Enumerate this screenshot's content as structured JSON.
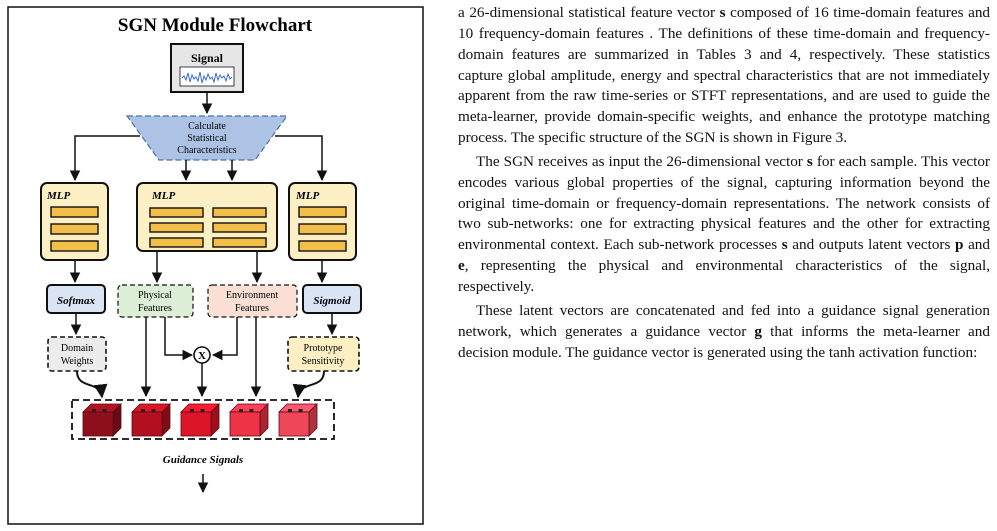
{
  "figure": {
    "title": "SGN Module Flowchart",
    "signal_label": "Signal",
    "calc_label_lines": [
      "Calculate",
      "Statistical",
      "Characteristics"
    ],
    "mlp_label": "MLP",
    "softmax_label": "Softmax",
    "sigmoid_label": "Sigmoid",
    "physical_lines": [
      "Physical",
      "Features"
    ],
    "environment_lines": [
      "Environment",
      "Features"
    ],
    "domain_lines": [
      "Domain",
      "Weights"
    ],
    "prototype_lines": [
      "Prototype",
      "Sensitivity"
    ],
    "multiply_symbol": "X",
    "guidance_label": "Guidance Signals",
    "cube_colors": [
      "#8e0f1c",
      "#b3101f",
      "#dc1528",
      "#ee3346",
      "#f0465a"
    ]
  },
  "body": {
    "para1": [
      {
        "t": "a 26-dimensional statistical feature vector "
      },
      {
        "t": "s",
        "b": true
      },
      {
        "t": " composed of 16 time-domain features and 10 frequency-domain features . The definitions of these time-domain and frequency-domain features are summarized in Tables 3 and 4, respectively. These statistics capture global amplitude, energy and spectral characteristics that are not immediately apparent from the raw time-series or STFT representations, and are used to guide the meta-learner, provide domain-specific weights, and enhance the prototype matching process. The specific structure of the SGN is shown in Figure 3."
      }
    ],
    "para2": [
      {
        "t": "The SGN receives as input the 26-dimensional vector "
      },
      {
        "t": "s",
        "b": true
      },
      {
        "t": " for each sample. This vector encodes various global properties of the signal, capturing information beyond the original time-domain or frequency-domain representations. The network consists of two sub-networks: one for extracting physical features and the other for extracting environmental context. Each sub-network processes "
      },
      {
        "t": "s",
        "b": true
      },
      {
        "t": " and outputs latent vectors "
      },
      {
        "t": "p",
        "b": true
      },
      {
        "t": " and "
      },
      {
        "t": "e",
        "b": true
      },
      {
        "t": ", representing the physical and environmental characteristics of the signal, respectively."
      }
    ],
    "para3": [
      {
        "t": "These latent vectors are concatenated and fed into a guidance signal generation network, which generates a guidance vector "
      },
      {
        "t": "g",
        "b": true
      },
      {
        "t": " that informs the meta-learner and decision module. The guidance vector is generated using the tanh activation function:"
      }
    ]
  }
}
